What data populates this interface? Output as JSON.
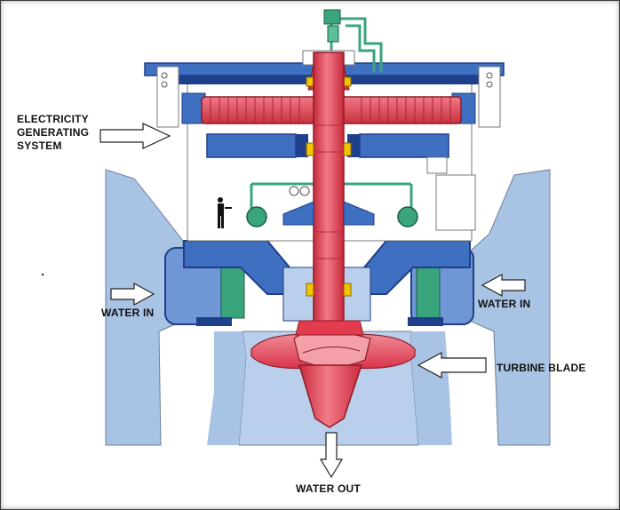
{
  "labels": {
    "electricity_line1": "ELECTRICITY",
    "electricity_line2": "GENERATING",
    "electricity_line3": "SYSTEM",
    "water_in_left": "WATER IN",
    "water_in_right": "WATER IN",
    "turbine_blade": "TURBINE BLADE",
    "water_out": "WATER OUT"
  },
  "colors": {
    "background": "#ffffff",
    "water": "#a9c3e4",
    "casing_blue": "#3f6fc0",
    "dark_blue": "#1e3f8a",
    "rotor_red": "#e23c4e",
    "rotor_light": "#f07a86",
    "green": "#3aa57d",
    "yellow": "#f2c400",
    "outline": "#1a1a1a"
  }
}
